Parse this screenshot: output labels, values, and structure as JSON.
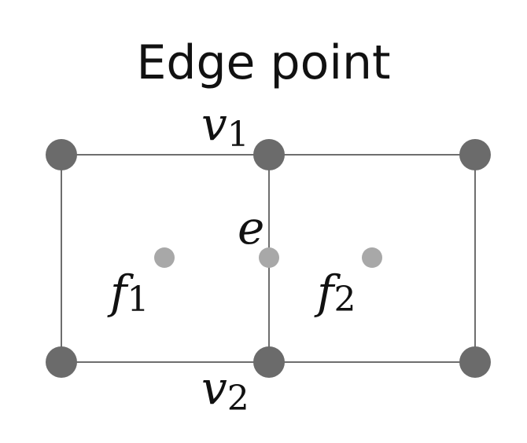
{
  "title": "Edge point",
  "colors": {
    "vertex": "#6b6b6b",
    "face_point": "#a8a8a8",
    "edge_point": "#a8a8a8",
    "line": "#6e6e6e"
  },
  "labels": {
    "v1": {
      "base": "v",
      "sub": "1"
    },
    "v2": {
      "base": "v",
      "sub": "2"
    },
    "e": {
      "base": "e"
    },
    "f1": {
      "base": "f",
      "sub": "1"
    },
    "f2": {
      "base": "f",
      "sub": "2"
    }
  }
}
